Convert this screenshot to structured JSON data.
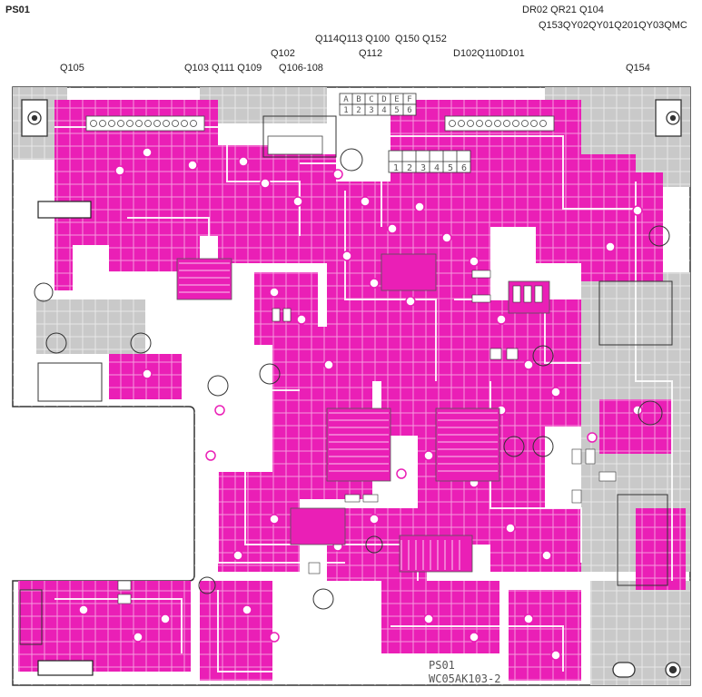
{
  "board_id": "PS01",
  "component_labels": [
    "DR02 QR21 Q104",
    "Q153QY02QY01Q201QY03QMC",
    "Q114Q113 Q100",
    "Q150 Q152",
    "Q102",
    "Q112",
    "D102Q110D101",
    "Q105",
    "Q103 Q111 Q109",
    "Q106-108",
    "Q154"
  ],
  "connector_a_headers": [
    "A",
    "B",
    "C",
    "D",
    "E",
    "F"
  ],
  "connector_a_pins": [
    "1",
    "2",
    "3",
    "4",
    "5",
    "6"
  ],
  "connector_b_pins": [
    "1",
    "2",
    "3",
    "4",
    "5",
    "6"
  ],
  "board_silk": {
    "name": "PS01",
    "part_number": "WC05AK103-2"
  },
  "colors": {
    "copper": "#ea1fb6",
    "copper_dark": "#d4159f",
    "board": "#ffffff",
    "grey_plane": "#c9c9c9",
    "outline": "#333333",
    "trace": "#ffffff"
  }
}
